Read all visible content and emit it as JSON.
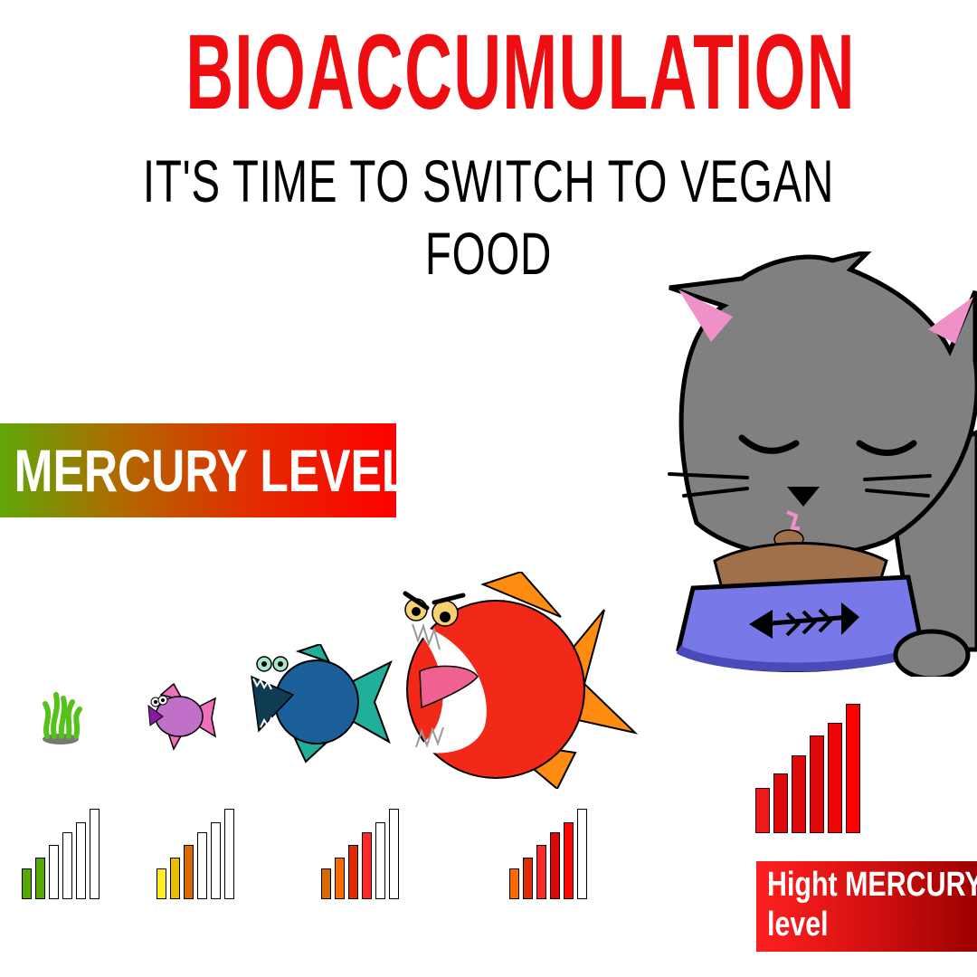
{
  "header": {
    "title": "BIOACCUMULATION",
    "subtitle": "IT'S TIME TO SWITCH TO VEGAN FOOD",
    "title_color": "#ee0e12"
  },
  "legend": {
    "mercury_label": "MERCURY LEVEL",
    "gradient": [
      "#5fa806",
      "#b06a00",
      "#ff0000"
    ]
  },
  "food_chain": [
    {
      "name": "seaweed",
      "level": 2,
      "bar_colors": [
        "#55aa00",
        "#55aa00",
        "#ffffff",
        "#ffffff",
        "#ffffff",
        "#ffffff"
      ]
    },
    {
      "name": "small-purple-fish",
      "level": 3,
      "bar_colors": [
        "#ffee22",
        "#e8be00",
        "#d96a00",
        "#ffffff",
        "#ffffff",
        "#ffffff"
      ]
    },
    {
      "name": "blue-fish",
      "level": 4,
      "bar_colors": [
        "#d96a00",
        "#ff6a00",
        "#e02a00",
        "#ff2a2a",
        "#ffffff",
        "#ffffff"
      ]
    },
    {
      "name": "red-predator-fish",
      "level": 5,
      "bar_colors": [
        "#ff6a00",
        "#e02a00",
        "#ff2a2a",
        "#dd0808",
        "#ff0808",
        "#ffffff"
      ]
    },
    {
      "name": "cat",
      "level": 6,
      "bar_colors": [
        "#ee1a1a",
        "#dd0808",
        "#dd0808",
        "#dd0808",
        "#ee0505",
        "#ff0000"
      ]
    }
  ],
  "high_label": {
    "line1": "Hight MERCURY",
    "line2": "level"
  },
  "bowl_icon": "fish-bone-icon"
}
